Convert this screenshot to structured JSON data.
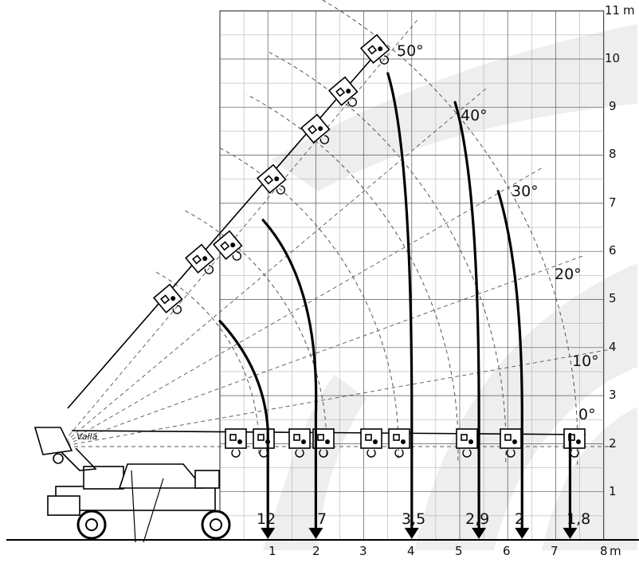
{
  "units": {
    "x": "m",
    "y": "m"
  },
  "x_axis": {
    "ticks": [
      "1",
      "2",
      "3",
      "4",
      "5",
      "6",
      "7",
      "8"
    ],
    "unit_label": "m"
  },
  "y_axis": {
    "ticks": [
      "1",
      "2",
      "3",
      "4",
      "5",
      "6",
      "7",
      "8",
      "9",
      "10",
      "11"
    ],
    "unit_label": "m"
  },
  "angles": [
    {
      "label": "50°",
      "deg": 50
    },
    {
      "label": "40°",
      "deg": 40
    },
    {
      "label": "30°",
      "deg": 30
    },
    {
      "label": "20°",
      "deg": 20
    },
    {
      "label": "10°",
      "deg": 10
    },
    {
      "label": "0°",
      "deg": 0
    }
  ],
  "loads": [
    {
      "label": "12",
      "radius": 1.0,
      "top_height": 4.55
    },
    {
      "label": "7",
      "radius": 2.0,
      "top_height": 6.65
    },
    {
      "label": "3,5",
      "radius": 4.0,
      "top_height": 9.7
    },
    {
      "label": "2,9",
      "radius": 5.4,
      "top_height": 9.1
    },
    {
      "label": "2",
      "radius": 6.3,
      "top_height": 7.25
    },
    {
      "label": "1,8",
      "radius": 7.3,
      "top_height": 2.2
    }
  ],
  "colors": {
    "ink": "#000000",
    "grid": "#555555",
    "watermark": "#eeeeee"
  },
  "logo_text": "Valla"
}
